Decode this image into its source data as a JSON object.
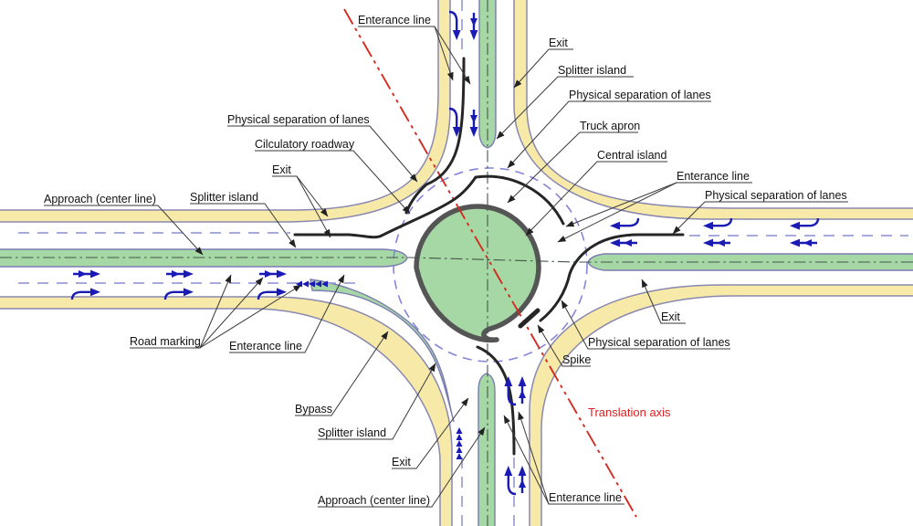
{
  "diagram": {
    "type": "engineering-scheme",
    "subject": "Turbo roundabout intersection scheme with labeled elements"
  },
  "labels": {
    "enterance_line": "Enterance line",
    "exit": "Exit",
    "splitter_island": "Splitter island",
    "physical_separation": "Physical separation of lanes",
    "truck_apron": "Truck apron",
    "central_island": "Central island",
    "cilculatory_roadway": "Cilculatory roadway",
    "approach_center_line": "Approach (center line)",
    "road_marking": "Road marking",
    "bypass": "Bypass",
    "spike": "Spike",
    "translation_axis": "Translation axis"
  },
  "colors": {
    "road_shoulder_yellow": "#F7E9A8",
    "road_border_gray_blue": "#8888B0",
    "green_island": "#A6D8A6",
    "central_island_border": "#555555",
    "lane_marking_blue": "#1A1AB4",
    "dashed_guide_blue": "#8585D8",
    "translation_axis_red": "#D42B20",
    "leader_line": "#3a3a3a",
    "center_line": "#44544a"
  },
  "symbols": {
    "lane_arrow_straight": "double-head straight lane arrow",
    "lane_arrow_bent": "bent-tail lane arrow",
    "yield_chevrons": "yield chevron road marking",
    "leader_arrowhead": "solid triangular arrowhead"
  }
}
